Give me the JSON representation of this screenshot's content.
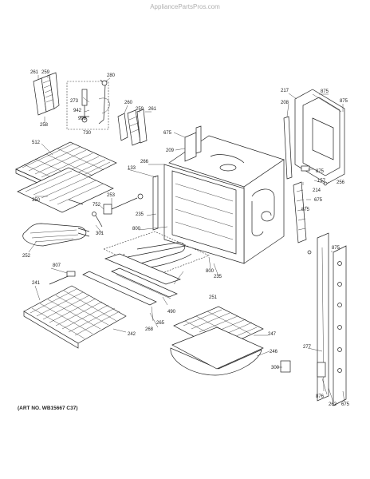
{
  "watermark": "AppliancePartsPros.com",
  "art_number": "(ART NO. WB15667 C37)",
  "callouts": [
    "261",
    "259",
    "258",
    "280",
    "273",
    "942",
    "998",
    "730",
    "260",
    "259",
    "261",
    "217",
    "875",
    "875",
    "208",
    "675",
    "209",
    "512",
    "133",
    "266",
    "875",
    "157",
    "214",
    "256",
    "675",
    "350",
    "253",
    "752",
    "301",
    "235",
    "875",
    "800",
    "252",
    "807",
    "800",
    "235",
    "251",
    "241",
    "490",
    "265",
    "268",
    "242",
    "875",
    "247",
    "277",
    "246",
    "300",
    "876",
    "262",
    "675"
  ],
  "icons": [
    "oven-cavity-icon",
    "rack-icon",
    "broil-pan-icon",
    "door-frame-icon"
  ]
}
